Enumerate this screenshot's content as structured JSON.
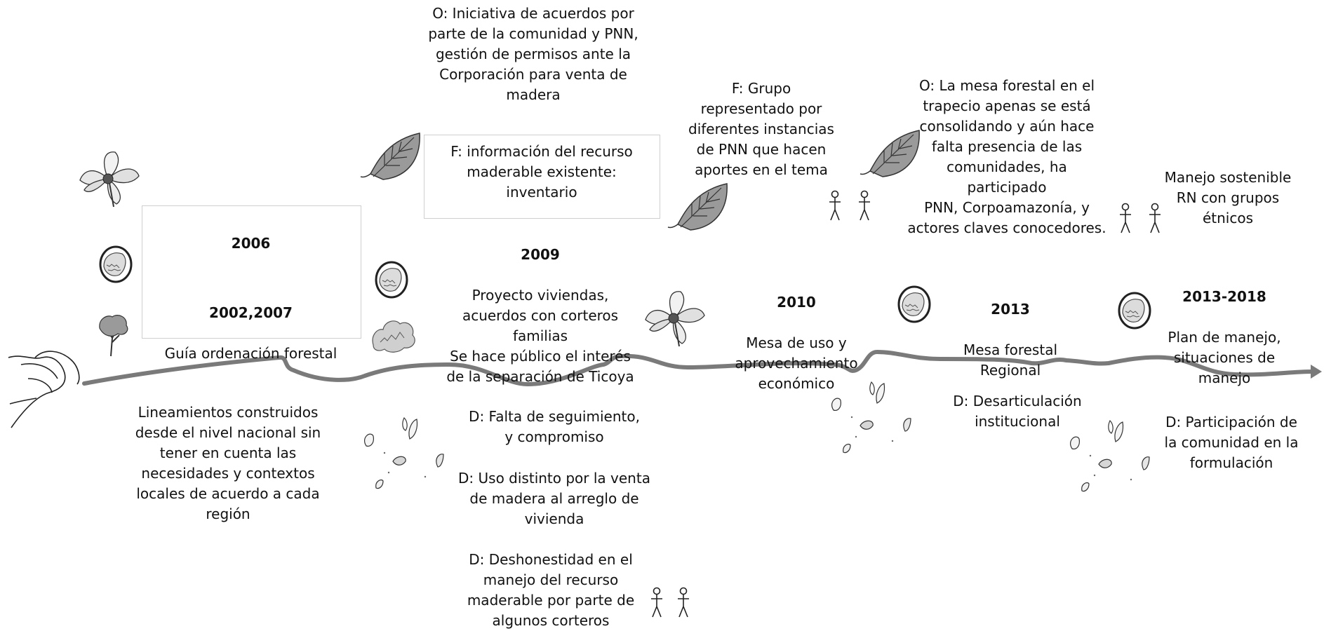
{
  "texts": {
    "opp_2009": "O: Iniciativa de acuerdos por\nparte de la comunidad y PNN,\ngestión de permisos ante la\nCorporación para venta de\nmadera",
    "str_2009": "F: información del recurso\nmaderable existente:\ninventario",
    "str_2010": "F: Grupo\nrepresentado por\ndiferentes instancias\nde PNN  que hacen\naportes en el tema",
    "opp_2013": "O: La mesa forestal en el\ntrapecio apenas se está\nconsolidando y aún hace\nfalta presencia de las\ncomunidades, ha participado\nPNN, Corpoamazonía, y\nactores claves conocedores.",
    "manejo_sostenible": "Manejo sostenible\nRN con grupos\nétnicos",
    "weak_2006": "Lineamientos construidos\ndesde el nivel nacional sin\ntener en cuenta las\nnecesidades y contextos\nlocales de acuerdo a cada\nregión",
    "weak_2009_a": "D: Falta de seguimiento,\ny compromiso",
    "weak_2009_b": "D: Uso distinto por la venta\nde madera al arreglo de\nvivienda",
    "weak_2009_c": "D: Deshonestidad en el\nmanejo del recurso\nmaderable por parte de\nalgunos corteros",
    "weak_2013": "D: Desarticulación\ninstitucional",
    "weak_2018": "D: Participación de\nla comunidad en la\nformulación"
  },
  "milestones": {
    "m2006": {
      "year": "2006",
      "year2": "2002,2007",
      "desc": "Guía ordenación forestal"
    },
    "m2009": {
      "year": "2009",
      "desc": "Proyecto viviendas,\nacuerdos con corteros\nfamilias\nSe hace público el interés\nde la separación de Ticoya"
    },
    "m2010": {
      "year": "2010",
      "desc": "Mesa de uso y\naprovechamiento\neconómico"
    },
    "m2013": {
      "year": "2013",
      "desc": "Mesa forestal\nRegional"
    },
    "m2018": {
      "year": "2013-2018",
      "desc": "Plan de manejo,\nsituaciones de\nmanejo"
    }
  },
  "icons": {
    "flower": "flower-icon",
    "seed": "seed-icon",
    "leaf": "leaf-icon",
    "tree": "tree-icon",
    "people": "people-icon",
    "petals": "falling-petals-icon",
    "hand": "hand-icon"
  },
  "colors": {
    "timeline": "#7a7a7a",
    "leaf_fill": "#9a9a9a",
    "text": "#111111"
  }
}
